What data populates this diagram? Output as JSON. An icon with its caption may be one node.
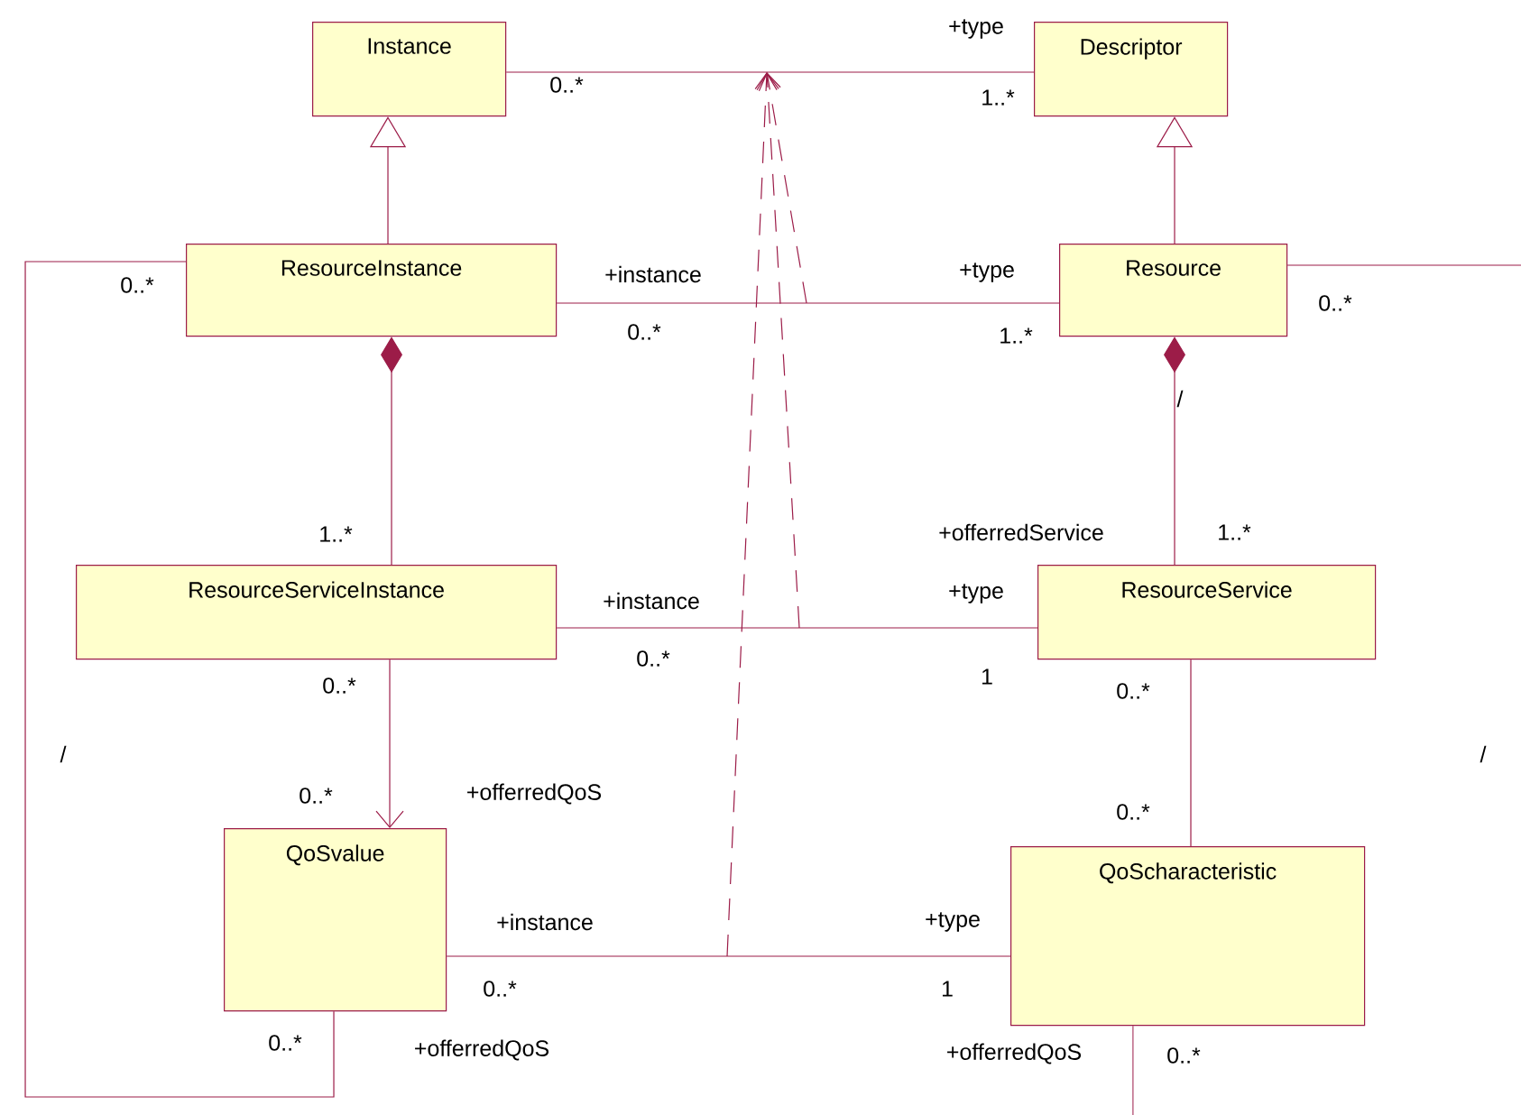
{
  "diagram": {
    "nodes": [
      {
        "text": [
          "Instance"
        ]
      },
      {
        "text": [
          "Descriptor"
        ]
      },
      {
        "text": [
          "ResourceInstance"
        ]
      },
      {
        "text": [
          "Resource"
        ]
      },
      {
        "text": [
          "ResourceServiceInstance"
        ]
      },
      {
        "text": [
          "ResourceService"
        ]
      },
      {
        "text": [
          "QoSvalue"
        ]
      },
      {
        "text": [
          "QoScharacteristic"
        ]
      }
    ],
    "edges": [
      {
        "from": 0,
        "to": 1,
        "arrow": "none"
      },
      {
        "from": 2,
        "to": 0,
        "arrow": "to"
      },
      {
        "from": 3,
        "to": 1,
        "arrow": "to"
      },
      {
        "from": 2,
        "to": 3,
        "arrow": "none"
      },
      {
        "from": 2,
        "to": 4,
        "arrow": "other"
      },
      {
        "from": 3,
        "to": 5,
        "arrow": "other"
      },
      {
        "from": 4,
        "to": 5,
        "arrow": "none"
      },
      {
        "from": 4,
        "to": 6,
        "arrow": "to"
      },
      {
        "from": 5,
        "to": 7,
        "arrow": "none"
      },
      {
        "from": 6,
        "to": 7,
        "arrow": "none"
      },
      {
        "from": 2,
        "to": 6,
        "arrow": "none"
      },
      {
        "from": 3,
        "to": null,
        "arrow": "none"
      },
      {
        "from": 7,
        "to": null,
        "arrow": "none"
      }
    ],
    "labels": [
      "+type",
      "0..*",
      "1..*",
      "0..*",
      "+instance",
      "+type",
      "0..*",
      "0..*",
      "1..*",
      "/",
      "1..*",
      "+offerredService",
      "1..*",
      "+instance",
      "+type",
      "0..*",
      "1",
      "0..*",
      "0..*",
      "/",
      "/",
      "0..*",
      "+offerredQoS",
      "0..*",
      "+instance",
      "+type",
      "0..*",
      "1",
      "0..*",
      "+offerredQoS",
      "+offerredQoS",
      "0..*"
    ]
  }
}
